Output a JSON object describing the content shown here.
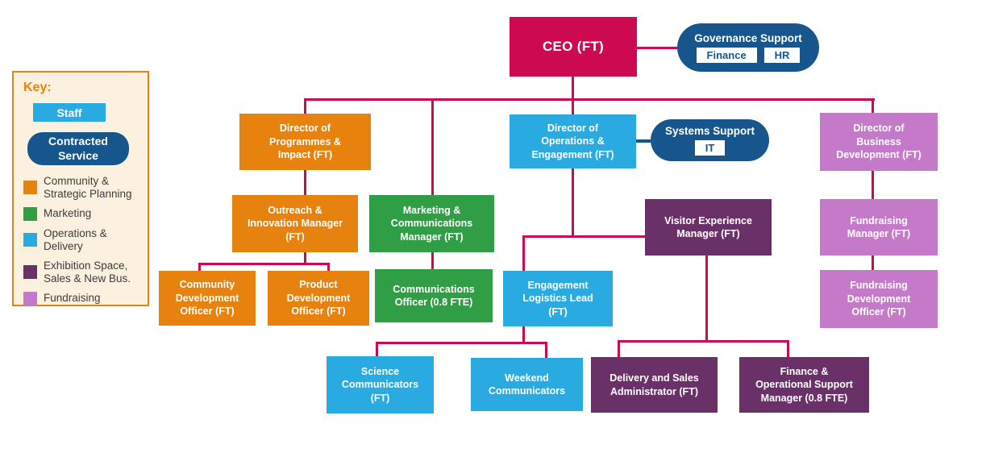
{
  "palette": {
    "crimson": "#CD0A51",
    "orange": "#E8820E",
    "green": "#2F9E44",
    "light_blue": "#29ABE2",
    "dark_blue": "#17568C",
    "dark_purple": "#6A3168",
    "light_purple": "#C47AC9",
    "key_background": "#FCF0DE",
    "key_border": "#E8820E"
  },
  "key": {
    "title": "Key:",
    "staff_label": "Staff",
    "contracted_label": "Contracted\nService",
    "legend": [
      {
        "label": "Community &\nStrategic Planning",
        "color": "#E8820E"
      },
      {
        "label": "Marketing",
        "color": "#2F9E44"
      },
      {
        "label": "Operations &\nDelivery",
        "color": "#29ABE2"
      },
      {
        "label": "Exhibition Space,\nSales & New Bus.",
        "color": "#6A3168"
      },
      {
        "label": "Fundraising",
        "color": "#C47AC9"
      }
    ]
  },
  "nodes": {
    "ceo": {
      "label": "CEO (FT)",
      "color": "#CD0A51"
    },
    "director_programmes": {
      "label": "Director of\nProgrammes &\nImpact (FT)",
      "color": "#E8820E"
    },
    "director_operations": {
      "label": "Director of\nOperations &\nEngagement (FT)",
      "color": "#29ABE2"
    },
    "director_business": {
      "label": "Director of\nBusiness\nDevelopment (FT)",
      "color": "#C47AC9"
    },
    "outreach_manager": {
      "label": "Outreach &\nInnovation Manager\n(FT)",
      "color": "#E8820E"
    },
    "marketing_manager": {
      "label": "Marketing &\nCommunications\nManager (FT)",
      "color": "#2F9E44"
    },
    "visitor_manager": {
      "label": "Visitor Experience\nManager (FT)",
      "color": "#6A3168"
    },
    "fundraising_manager": {
      "label": "Fundraising\nManager (FT)",
      "color": "#C47AC9"
    },
    "community_officer": {
      "label": "Community\nDevelopment\nOfficer (FT)",
      "color": "#E8820E"
    },
    "product_officer": {
      "label": "Product\nDevelopment\nOfficer (FT)",
      "color": "#E8820E"
    },
    "communications_officer": {
      "label": "Communications\nOfficer (0.8 FTE)",
      "color": "#2F9E44"
    },
    "engagement_lead": {
      "label": "Engagement\nLogistics Lead\n(FT)",
      "color": "#29ABE2"
    },
    "fundraising_officer": {
      "label": "Fundraising\nDevelopment\nOfficer (FT)",
      "color": "#C47AC9"
    },
    "science_communicators": {
      "label": "Science\nCommunicators\n(FT)",
      "color": "#29ABE2"
    },
    "weekend_communicators": {
      "label": "Weekend\nCommunicators",
      "color": "#29ABE2"
    },
    "delivery_admin": {
      "label": "Delivery and Sales\nAdministrator (FT)",
      "color": "#6A3168"
    },
    "finance_ops_manager": {
      "label": "Finance &\nOperational Support\nManager (0.8 FTE)",
      "color": "#6A3168"
    }
  },
  "support": {
    "governance": {
      "title": "Governance Support",
      "services": [
        "Finance",
        "HR"
      ]
    },
    "systems": {
      "title": "Systems Support",
      "services": [
        "IT"
      ]
    }
  }
}
